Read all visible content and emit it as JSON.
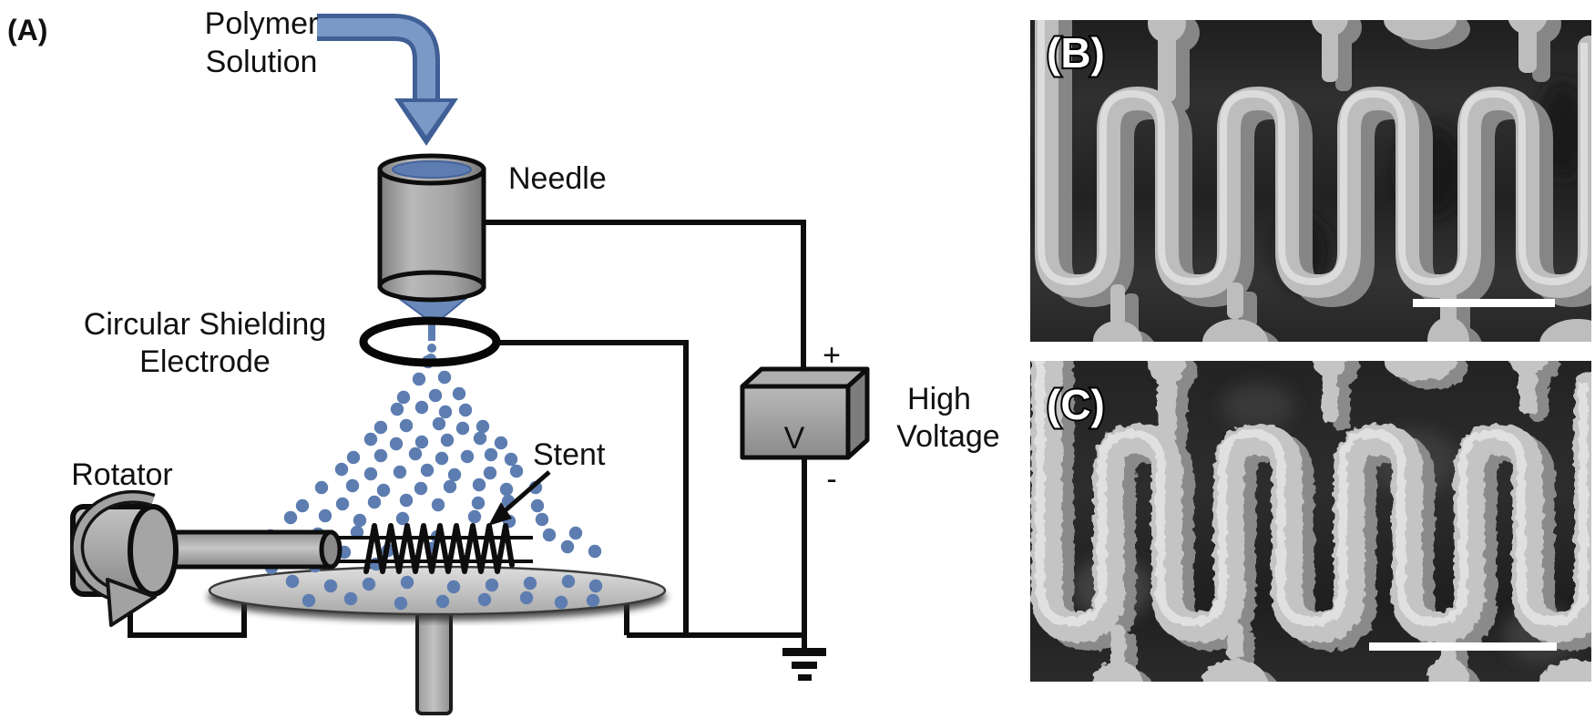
{
  "figure_labels": {
    "panel_a": "(A)",
    "panel_b": "(B)",
    "panel_c": "(C)"
  },
  "diagram": {
    "polymer_solution": {
      "line1": "Polymer",
      "line2": "Solution"
    },
    "needle_label": "Needle",
    "shielding_electrode": {
      "line1": "Circular Shielding",
      "line2": "Electrode"
    },
    "rotator_label": "Rotator",
    "stent_label": "Stent",
    "high_voltage": {
      "line1": "High",
      "line2": "Voltage"
    },
    "voltage_source_symbol": "V",
    "polarity": {
      "plus": "+",
      "minus": "-"
    }
  },
  "colors": {
    "spray_blue": "#5d7db1",
    "arrow_blue_fill": "#7b99c6",
    "arrow_blue_edge": "#3f5f96",
    "metal_gray": "#a8a8a8",
    "outline_black": "#0d0d0d",
    "sem_background": "#242424",
    "sem_strut_gray": "#bdbdbd",
    "scale_bar_white": "#ffffff"
  }
}
